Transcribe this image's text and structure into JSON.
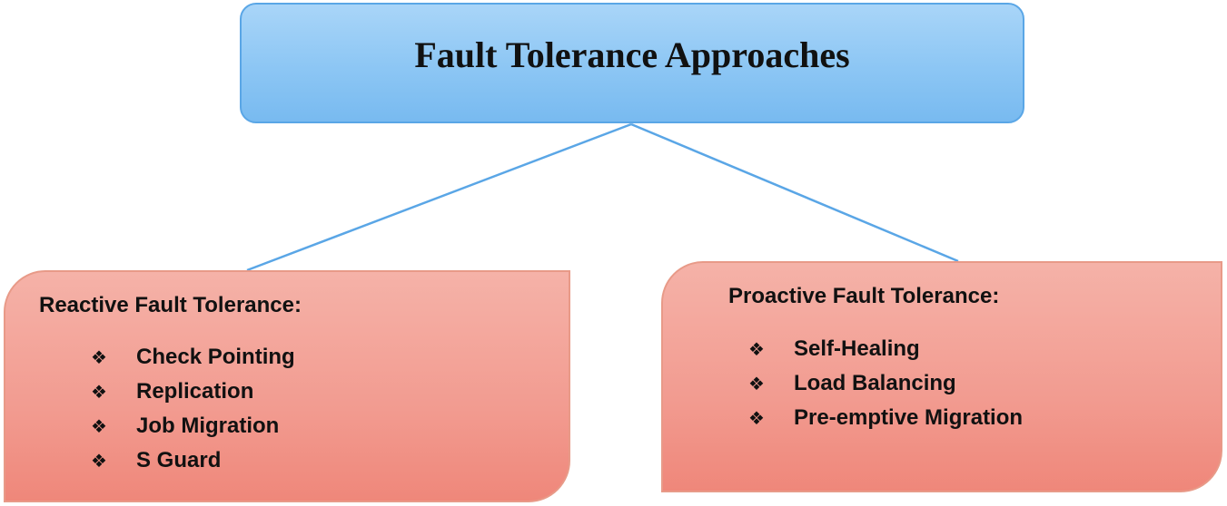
{
  "diagram": {
    "root": {
      "title": "Fault Tolerance Approaches"
    },
    "branches": [
      {
        "heading": "Reactive Fault Tolerance:",
        "items": [
          "Check Pointing",
          "Replication",
          "Job Migration",
          "S Guard"
        ]
      },
      {
        "heading": "Proactive Fault Tolerance:",
        "items": [
          "Self-Healing",
          "Load Balancing",
          "Pre-emptive Migration"
        ]
      }
    ],
    "bullet_icon": "four-diamond-bullet-icon",
    "colors": {
      "root_fill": "#8cc6f4",
      "root_border": "#5aa6e6",
      "branch_fill": "#f29b90",
      "branch_border": "#e89a88",
      "connector": "#5aa6e6",
      "text": "#111111"
    }
  }
}
